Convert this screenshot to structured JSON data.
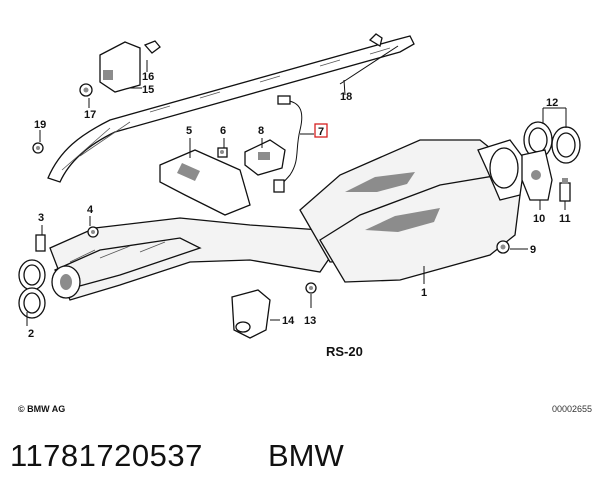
{
  "diagram": {
    "section_code": "RS-20",
    "callouts": {
      "c1": "1",
      "c2": "2",
      "c3": "3",
      "c4": "4",
      "c5": "5",
      "c6": "6",
      "c7": "7",
      "c8": "8",
      "c9": "9",
      "c10": "10",
      "c11": "11",
      "c12": "12",
      "c13": "13",
      "c14": "14",
      "c15": "15",
      "c16": "16",
      "c17": "17",
      "c18": "18",
      "c19": "19"
    },
    "highlight_color": "#d62020"
  },
  "footer": {
    "copyright": "© BMW AG",
    "diagram_id": "00002655"
  },
  "caption": {
    "part_number": "11781720537",
    "brand": "BMW"
  }
}
